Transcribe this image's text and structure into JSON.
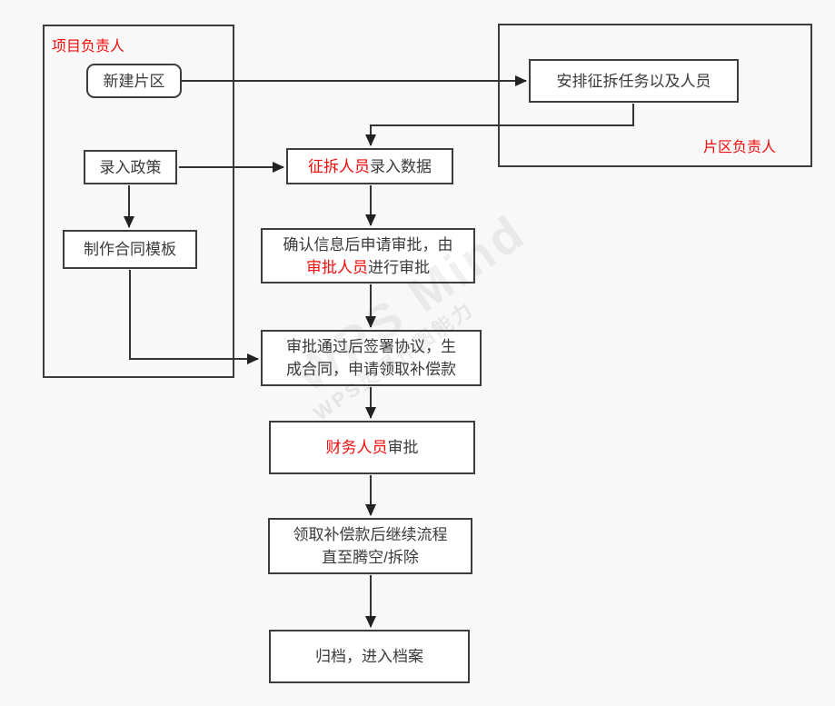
{
  "colors": {
    "background": "#f8f8f8",
    "box_fill": "#ffffff",
    "border": "#3d3d3d",
    "text": "#3b3b3b",
    "accent_red": "#f40d0d",
    "connector": "#333333"
  },
  "groups": {
    "project_manager": {
      "label": "项目负责人"
    },
    "area_manager": {
      "label": "片区负责人"
    }
  },
  "nodes": {
    "create_area": {
      "text": "新建片区"
    },
    "enter_policy": {
      "text": "录入政策"
    },
    "make_contract_template": {
      "text": "制作合同模板"
    },
    "arrange_tasks": {
      "text": "安排征拆任务以及人员"
    },
    "enter_data": {
      "red": "征拆人员",
      "rest": "录入数据"
    },
    "confirm_approval": {
      "line1": "确认信息后申请审批，由",
      "line2_red": "审批人员",
      "line2_rest": "进行审批"
    },
    "sign_agreement": {
      "line1": "审批通过后签署协议，生",
      "line2": "成合同，申请领取补偿款"
    },
    "finance_approval": {
      "red": "财务人员",
      "rest": "审批"
    },
    "continue_process": {
      "line1": "领取补偿款后继续流程",
      "line2": "直至腾空/拆除"
    },
    "archive": {
      "text": "归档，进入档案"
    }
  },
  "edges": [
    {
      "from": "create_area",
      "to": "arrange_tasks"
    },
    {
      "from": "arrange_tasks",
      "to": "enter_data"
    },
    {
      "from": "enter_policy",
      "to": "enter_data"
    },
    {
      "from": "enter_policy",
      "to": "make_contract_template"
    },
    {
      "from": "make_contract_template",
      "to": "sign_agreement"
    },
    {
      "from": "enter_data",
      "to": "confirm_approval"
    },
    {
      "from": "confirm_approval",
      "to": "sign_agreement"
    },
    {
      "from": "sign_agreement",
      "to": "finance_approval"
    },
    {
      "from": "finance_approval",
      "to": "continue_process"
    },
    {
      "from": "continue_process",
      "to": "archive"
    }
  ],
  "watermark": {
    "large": "WPS Mind",
    "small": "WPS灵犀作图能力"
  }
}
